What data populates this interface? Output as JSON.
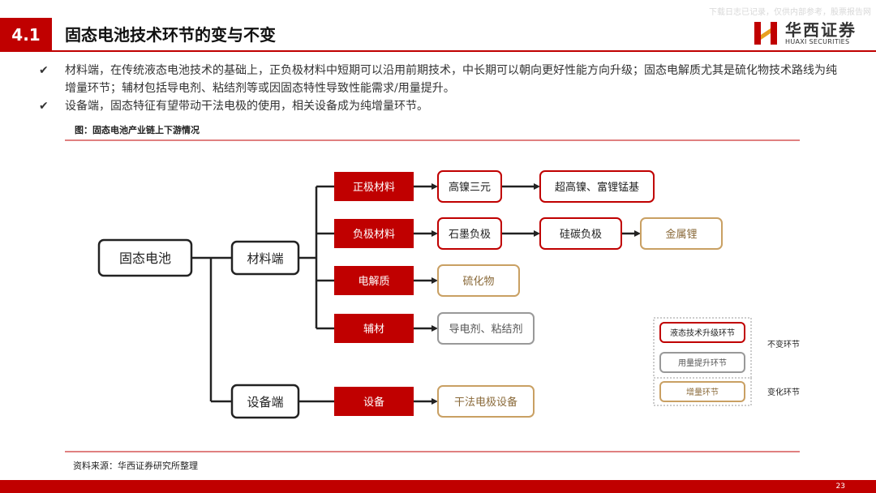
{
  "watermark": "下载日志已记录，仅供内部参考，股票报告网",
  "header": {
    "section_number": "4.1",
    "title": "固态电池技术环节的变与不变"
  },
  "logo": {
    "name": "华西证券",
    "sub": "HUAXI SECURITIES"
  },
  "bullets": [
    "材料端，在传统液态电池技术的基础上，正负极材料中短期可以沿用前期技术，中长期可以朝向更好性能方向升级；固态电解质尤其是硫化物技术路线为纯增量环节；辅材包括导电剂、粘结剂等或因固态特性导致性能需求/用量提升。",
    "设备端，固态特征有望带动干法电极的使用，相关设备成为纯增量环节。"
  ],
  "figure_title": "图：固态电池产业链上下游情况",
  "diagram": {
    "root": "固态电池",
    "material": "材料端",
    "equipment": "设备端",
    "categories": {
      "cathode": "正极材料",
      "anode": "负极材料",
      "electrolyte": "电解质",
      "auxiliary": "辅材",
      "equipment": "设备"
    },
    "items": {
      "high_nickel": "高镍三元",
      "ultra_high_nickel": "超高镍、富锂锰基",
      "graphite": "石墨负极",
      "silicon_carbon": "硅碳负极",
      "lithium_metal": "金属锂",
      "sulfide": "硫化物",
      "conductive_binder": "导电剂、粘结剂",
      "dry_electrode": "干法电极设备"
    },
    "legend": {
      "upgrade": "液态技术升级环节",
      "usage_up": "用量提升环节",
      "incremental": "增量环节",
      "unchanged": "不变环节",
      "changed": "变化环节"
    }
  },
  "source": "资料来源：华西证券研究所整理",
  "page_number": "23",
  "colors": {
    "red": "#c00000",
    "gray": "#999999",
    "gold": "#c9a063",
    "dark": "#222222"
  }
}
